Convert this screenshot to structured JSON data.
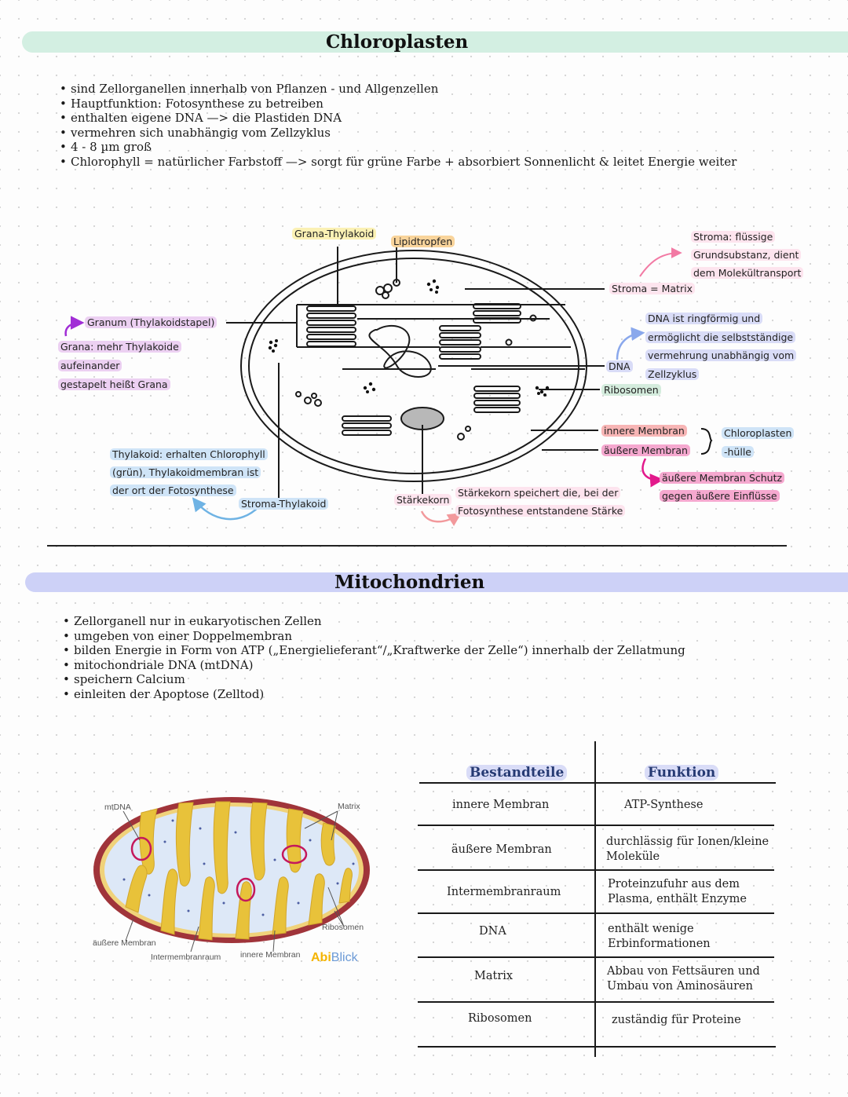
{
  "chloroplasten": {
    "title": "Chloroplasten",
    "bullets": [
      "sind Zellorganellen innerhalb von Pflanzen - und Allgenzellen",
      "Hauptfunktion: Fotosynthese zu betreiben",
      "enthalten eigene DNA —> die Plastiden DNA",
      "vermehren sich unabhängig vom Zellzyklus",
      "4 - 8 µm groß",
      "Chlorophyll = natürlicher Farbstoff —> sorgt für grüne Farbe + absorbiert  Sonnenlicht & leitet Energie weiter"
    ],
    "labels": {
      "grana_thylakoid": "Grana-Thylakoid",
      "lipidtropfen": "Lipidtropfen",
      "stroma_note_1": "Stroma: flüssige",
      "stroma_note_2": "Grundsubstanz, dient",
      "stroma_note_3": "dem Molekültransport",
      "stroma_matrix": "Stroma = Matrix",
      "granum": "Granum (Thylakoidstapel)",
      "grana_note_1": "Grana: mehr Thylakoide",
      "grana_note_2": "aufeinander",
      "grana_note_3": "gestapelt heißt Grana",
      "dna_note_1": "DNA ist ringförmig und",
      "dna_note_2": "ermöglicht die selbstständige",
      "dna_note_3": "vermehrung unabhängig vom",
      "dna_note_4": "Zellzyklus",
      "dna": "DNA",
      "ribosomen": "Ribosomen",
      "innere_membran": "innere Membran",
      "aeussere_membran": "äußere Membran",
      "huelle_1": "Chloroplasten",
      "huelle_2": "-hülle",
      "schutz_1": "äußere Membran Schutz",
      "schutz_2": "gegen äußere Einflüsse",
      "thylakoid_note_1": "Thylakoid: erhalten Chlorophyll",
      "thylakoid_note_2": "(grün), Thylakoidmembran ist",
      "thylakoid_note_3": "der ort der Fotosynthese",
      "stroma_thylakoid": "Stroma-Thylakoid",
      "staerkekorn": "Stärkekorn",
      "staerke_note_1": "Stärkekorn speichert die, bei der",
      "staerke_note_2": "Fotosynthese entstandene Stärke"
    }
  },
  "mitochondrien": {
    "title": "Mitochondrien",
    "bullets": [
      "Zellorganell nur in eukaryotischen Zellen",
      "umgeben von einer Doppelmembran",
      "bilden Energie in Form von ATP („Energielieferant“/„Kraftwerke der Zelle“) innerhalb der Zellatmung",
      "mitochondriale DNA (mtDNA)",
      "speichern Calcium",
      "einleiten der Apoptose (Zelltod)"
    ],
    "diagram_labels": {
      "mtdna": "mtDNA",
      "matrix": "Matrix",
      "ribosomen": "Ribosomen",
      "aeussere": "äußere Membran",
      "intermembran": "Intermembranraum",
      "innere": "innere Membran"
    },
    "logo": {
      "part1": "Abi",
      "part2": "Blick"
    },
    "table": {
      "headers": [
        "Bestandteile",
        "Funktion"
      ],
      "rows": [
        {
          "part": "innere Membran",
          "func1": "ATP-Synthese",
          "func2": ""
        },
        {
          "part": "äußere Membran",
          "func1": "durchlässig für Ionen/kleine",
          "func2": "Moleküle"
        },
        {
          "part": "Intermembranraum",
          "func1": "Proteinzufuhr aus dem",
          "func2": "Plasma, enthält Enzyme"
        },
        {
          "part": "DNA",
          "func1": "enthält wenige",
          "func2": "Erbinformationen"
        },
        {
          "part": "Matrix",
          "func1": "Abbau von Fettsäuren und",
          "func2": "Umbau von Aminosäuren"
        },
        {
          "part": "Ribosomen",
          "func1": "zuständig für Proteine",
          "func2": ""
        }
      ]
    }
  },
  "colors": {
    "chloro_band": "#d3efe2",
    "mito_band": "#cdd1f7",
    "mito_outer": "#a0343a",
    "mito_inner": "#e8c23a",
    "mito_fill": "#dde8f7",
    "mito_dna": "#c4185c"
  }
}
